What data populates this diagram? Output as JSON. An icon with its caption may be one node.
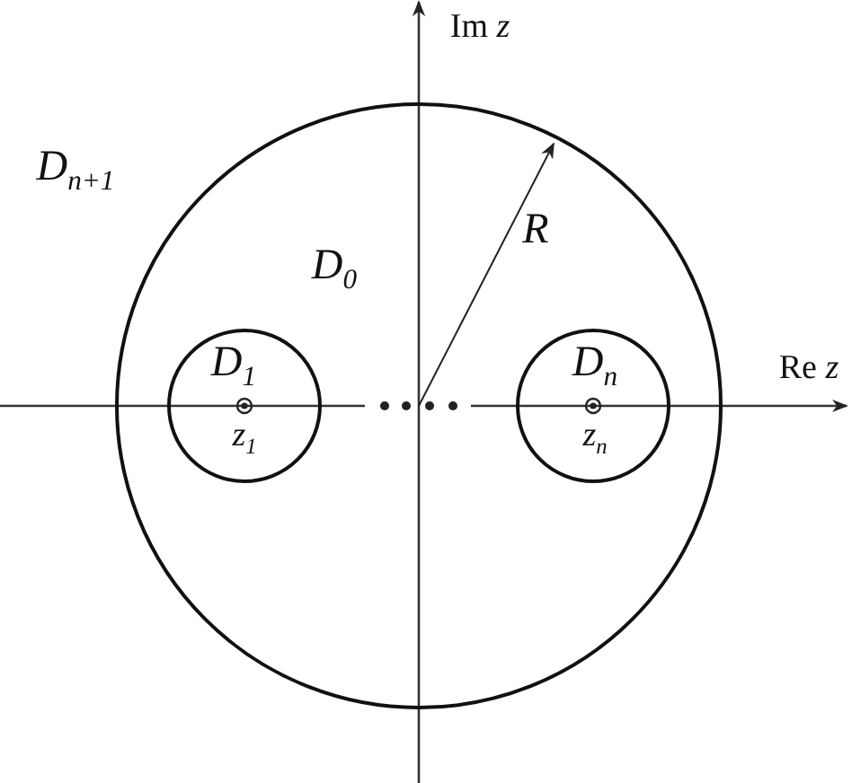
{
  "diagram": {
    "nodes": [
      {
        "text": [
          "D$_{0}$"
        ]
      },
      {
        "text": [
          "D$_{1}$",
          "z$_{1}$"
        ],
        "in": 0
      },
      {
        "text": [
          "D$_{n}$",
          "z$_{n}$"
        ],
        "in": 0
      }
    ],
    "labels": [
      "D$_{n+1}$",
      "Im *z*",
      "R",
      "Re *z*"
    ]
  }
}
